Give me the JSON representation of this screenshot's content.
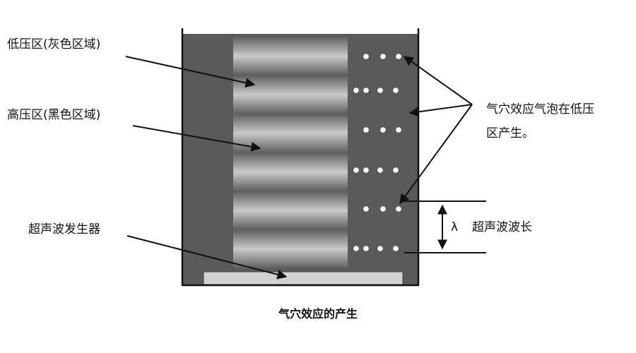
{
  "labels": {
    "low_pressure": "低压区(灰色区域)",
    "high_pressure": "高压区(黑色区域)",
    "transducer": "超声波发生器",
    "bubbles_line1": "气穴效应气泡在低压",
    "bubbles_line2": "区产生。",
    "lambda": "λ",
    "wavelength": "超声波波长"
  },
  "caption": "气穴效应的产生",
  "colors": {
    "tank_fill": "#5a5a5a",
    "band_light": "#c9c9c9",
    "band_dark": "#5e5e5e",
    "transducer": "#d2d2d2",
    "bubble": "#ffffff",
    "line": "#111111"
  },
  "band_count": 6,
  "bubble_rows": [
    3,
    4,
    3,
    4,
    3,
    4
  ]
}
